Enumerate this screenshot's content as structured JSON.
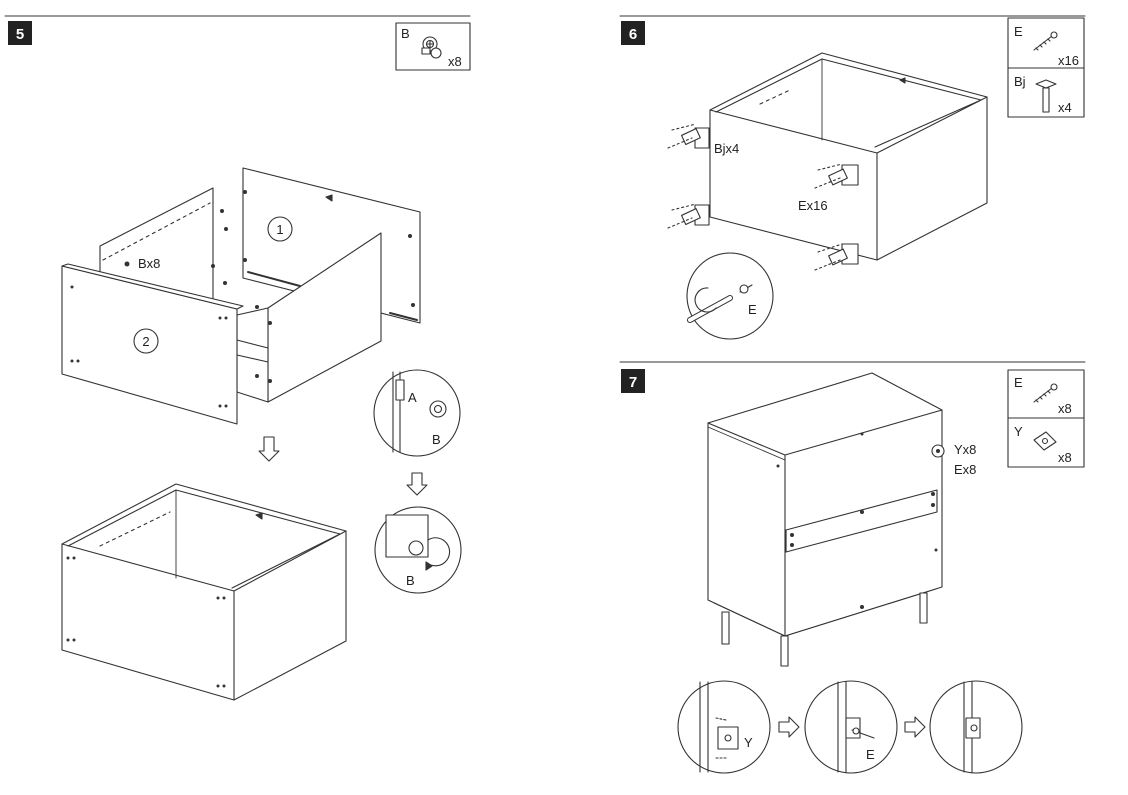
{
  "steps": [
    {
      "number": "5",
      "parts": [
        {
          "letter": "B",
          "qty": "x8",
          "icon": "cam-lock-icon"
        }
      ],
      "callouts": {
        "main_hardware": "Bx8",
        "panel_1": "1",
        "panel_2": "2",
        "detail_a": "A",
        "detail_b1": "B",
        "detail_b2": "B"
      }
    },
    {
      "number": "6",
      "parts": [
        {
          "letter": "E",
          "qty": "x16",
          "icon": "screw-icon"
        },
        {
          "letter": "Bj",
          "qty": "x4",
          "icon": "leg-icon"
        }
      ],
      "callouts": {
        "legs": "Bjx4",
        "screws": "Ex16",
        "detail_e": "E"
      }
    },
    {
      "number": "7",
      "parts": [
        {
          "letter": "E",
          "qty": "x8",
          "icon": "screw-icon"
        },
        {
          "letter": "Y",
          "qty": "x8",
          "icon": "bracket-icon"
        }
      ],
      "callouts": {
        "bracket_line": "Yx8",
        "screw_line": "Ex8",
        "detail_y": "Y",
        "detail_e": "E"
      }
    }
  ],
  "colors": {
    "line": "#333333",
    "badge": "#222222",
    "badge_text": "#ffffff"
  }
}
